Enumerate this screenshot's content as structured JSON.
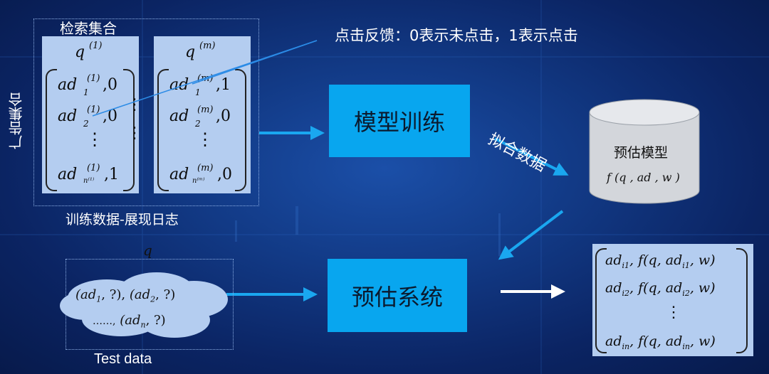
{
  "training": {
    "retrieval_set_label": "检索集合",
    "ad_set_label": "广告集合",
    "caption": "训练数据-展现日志",
    "left_panel": {
      "query": "q",
      "query_sup": "(1)",
      "rows": [
        {
          "ad": "ad",
          "sup": "(1)",
          "sub": "1",
          "value": ",0"
        },
        {
          "ad": "ad",
          "sup": "(1)",
          "sub": "2",
          "value": ",0"
        },
        {
          "ad": "ad",
          "sup": "(1)",
          "sub": "n⁽¹⁾",
          "value": ",1"
        }
      ]
    },
    "right_panel": {
      "query": "q",
      "query_sup": "(m)",
      "rows": [
        {
          "ad": "ad",
          "sup": "(m)",
          "sub": "1",
          "value": ",1"
        },
        {
          "ad": "ad",
          "sup": "(m)",
          "sub": "2",
          "value": ",0"
        },
        {
          "ad": "ad",
          "sup": "(m)",
          "sub": "n⁽ᵐ⁾",
          "value": ",0"
        }
      ]
    },
    "vdots": "⋮",
    "hdots": "⋮"
  },
  "click_feedback_note": "点击反馈：0表示未点击，1表示点击",
  "model_training_node": "模型训练",
  "fit_data_label": "拟合数据",
  "estimation_model": {
    "title": "预估模型",
    "formula": "f (q , ad , w )"
  },
  "estimation_system_node": "预估系统",
  "test": {
    "query": "q",
    "cloud_line1_a": "(ad",
    "cloud_line1_a_sub": "1",
    "cloud_line1_a_rest": ", ?),",
    "cloud_line1_b": "(ad",
    "cloud_line1_b_sub": "2",
    "cloud_line1_b_rest": ", ?)",
    "cloud_line2_dots": "……,",
    "cloud_line2_c": "(ad",
    "cloud_line2_c_sub": "n",
    "cloud_line2_c_rest": ", ?)",
    "caption": "Test data"
  },
  "output": {
    "rows": [
      {
        "ad": "ad",
        "sub": "i1",
        "mid": ", f(q, ad",
        "sub2": "i1",
        "end": ", w)"
      },
      {
        "ad": "ad",
        "sub": "i2",
        "mid": ", f(q, ad",
        "sub2": "i2",
        "end": ", w)"
      },
      {
        "ad": "ad",
        "sub": "in",
        "mid": ", f(q, ad",
        "sub2": "in",
        "end": ", w)"
      }
    ],
    "vdots": "⋮"
  },
  "colors": {
    "node": "#08a6ef",
    "arrow": "#1aa7f0",
    "panel": "#b4cdf0",
    "background": "#123a86"
  }
}
